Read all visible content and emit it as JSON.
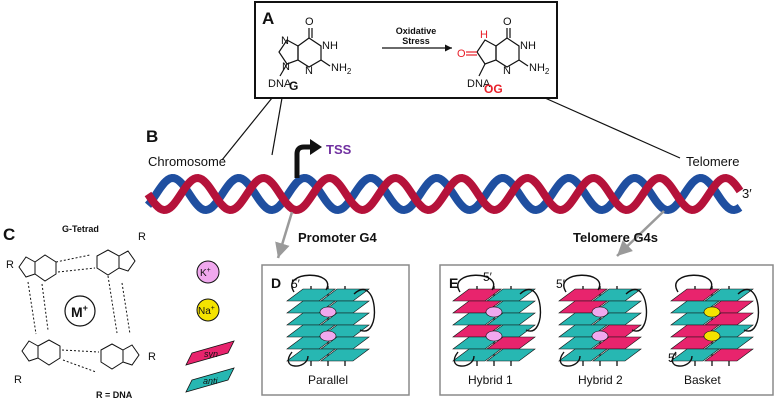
{
  "panels": {
    "A": "A",
    "B": "B",
    "C": "C",
    "D": "D",
    "E": "E"
  },
  "panel_a": {
    "arrow_label_line1": "Oxidative",
    "arrow_label_line2": "Stress",
    "left_molecule": "G",
    "right_molecule": "OG",
    "dna": "DNA",
    "nh2": "NH",
    "nh2_sub": "2",
    "o": "O",
    "nh": "NH",
    "n": "N",
    "h": "H"
  },
  "panel_b": {
    "chromosome": "Chromosome",
    "telomere": "Telomere",
    "tss": "TSS",
    "three_prime": "3′",
    "promoter": "Promoter G4",
    "telomere_g4s": "Telomere G4s"
  },
  "panel_c": {
    "title": "G-Tetrad",
    "metal": "M",
    "metal_sup": "+",
    "r_def": "R = DNA",
    "r": "R"
  },
  "legend": {
    "k": "K",
    "na": "Na",
    "plus": "+",
    "syn": "syn",
    "anti": "anti"
  },
  "panel_d": {
    "five_prime": "5′",
    "label": "Parallel"
  },
  "panel_e": {
    "five_prime_1": "5′",
    "five_prime_2": "5′",
    "five_prime_3": "5′",
    "hybrid1": "Hybrid 1",
    "hybrid2": "Hybrid 2",
    "basket": "Basket"
  },
  "colors": {
    "red_strand": "#b5123a",
    "blue_strand": "#1f4fa0",
    "syn": "#e8246d",
    "anti": "#27b7b2",
    "k_ion": "#f0a8ee",
    "na_ion": "#f4e300",
    "tss": "#7030a0",
    "oxidation": "#e8202a"
  }
}
